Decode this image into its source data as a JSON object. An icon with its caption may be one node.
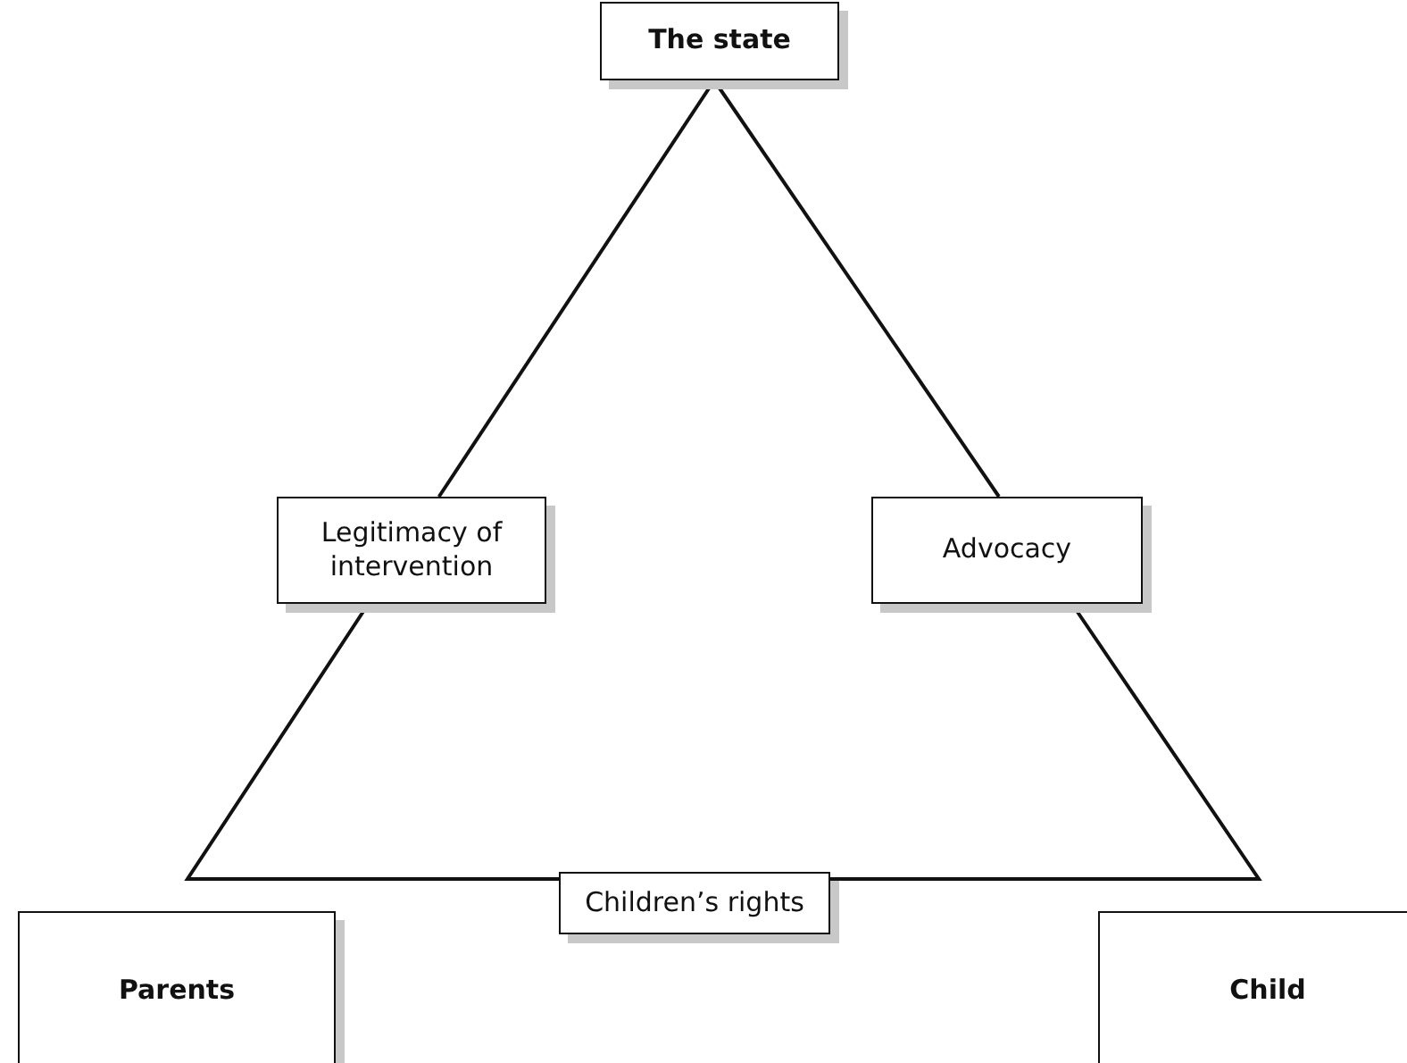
{
  "diagram": {
    "nodes": [
      {
        "text": [
          "The state"
        ]
      },
      {
        "text": [
          "Legitimacy of intervention"
        ]
      },
      {
        "text": [
          "Advocacy"
        ]
      },
      {
        "text": [
          "Children’s rights"
        ]
      },
      {
        "text": [
          "Parents"
        ]
      },
      {
        "text": [
          "Child"
        ]
      }
    ],
    "edges": [
      {
        "from": 0,
        "to": 1,
        "arrow": "none"
      },
      {
        "from": 0,
        "to": 2,
        "arrow": "none"
      },
      {
        "from": 1,
        "to": 3,
        "arrow": "none"
      },
      {
        "from": 2,
        "to": 3,
        "arrow": "none"
      }
    ]
  }
}
